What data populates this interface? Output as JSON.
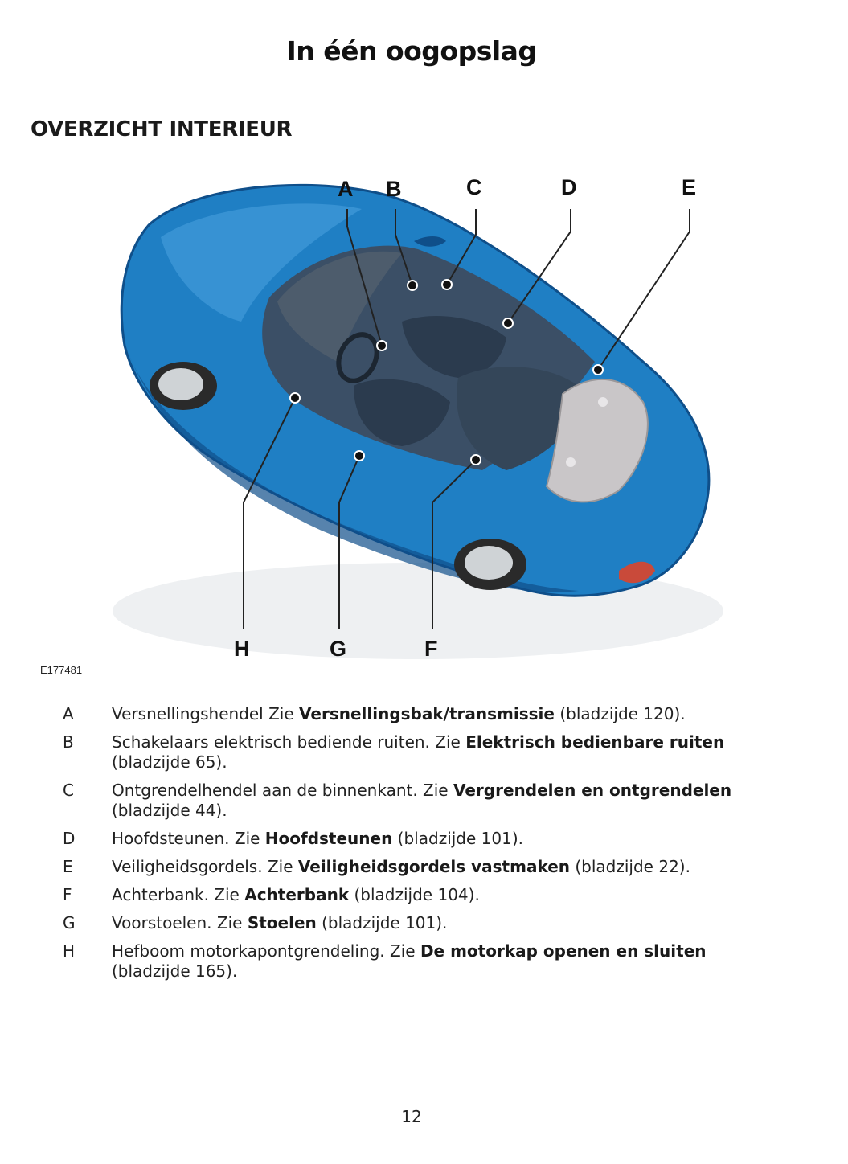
{
  "header": {
    "title": "In één oogopslag"
  },
  "section": {
    "title": "OVERZICHT INTERIEUR"
  },
  "figure": {
    "id": "E177481",
    "callouts_top": [
      "A",
      "B",
      "C",
      "D",
      "E"
    ],
    "callouts_bottom": [
      "H",
      "G",
      "F"
    ],
    "colors": {
      "body": "#1f7fc4",
      "body_dark": "#0f4f8a",
      "interior": "#3b4f66",
      "trunk": "#c9c6c8",
      "leader": "#222222"
    }
  },
  "legend": [
    {
      "key": "A",
      "text": "Versnellingshendel  Zie ",
      "ref": "Versnellingsbak/transmissie",
      "suffix": " (bladzijde 120)."
    },
    {
      "key": "B",
      "text": "Schakelaars elektrisch bediende ruiten.  Zie ",
      "ref": "Elektrisch bedienbare ruiten",
      "suffix": " (bladzijde 65)."
    },
    {
      "key": "C",
      "text": "Ontgrendelhendel aan de binnenkant.  Zie ",
      "ref": "Vergrendelen en ontgrendelen",
      "suffix": " (bladzijde 44)."
    },
    {
      "key": "D",
      "text": "Hoofdsteunen.  Zie ",
      "ref": "Hoofdsteunen",
      "suffix": " (bladzijde 101)."
    },
    {
      "key": "E",
      "text": "Veiligheidsgordels.  Zie ",
      "ref": "Veiligheidsgordels vastmaken",
      "suffix": " (bladzijde 22)."
    },
    {
      "key": "F",
      "text": "Achterbank.  Zie ",
      "ref": "Achterbank",
      "suffix": " (bladzijde 104)."
    },
    {
      "key": "G",
      "text": "Voorstoelen.  Zie ",
      "ref": "Stoelen",
      "suffix": " (bladzijde 101)."
    },
    {
      "key": "H",
      "text": "Hefboom motorkapontgrendeling.  Zie ",
      "ref": "De motorkap openen en sluiten",
      "suffix": " (bladzijde 165)."
    }
  ],
  "footer": {
    "page_number": "12"
  }
}
